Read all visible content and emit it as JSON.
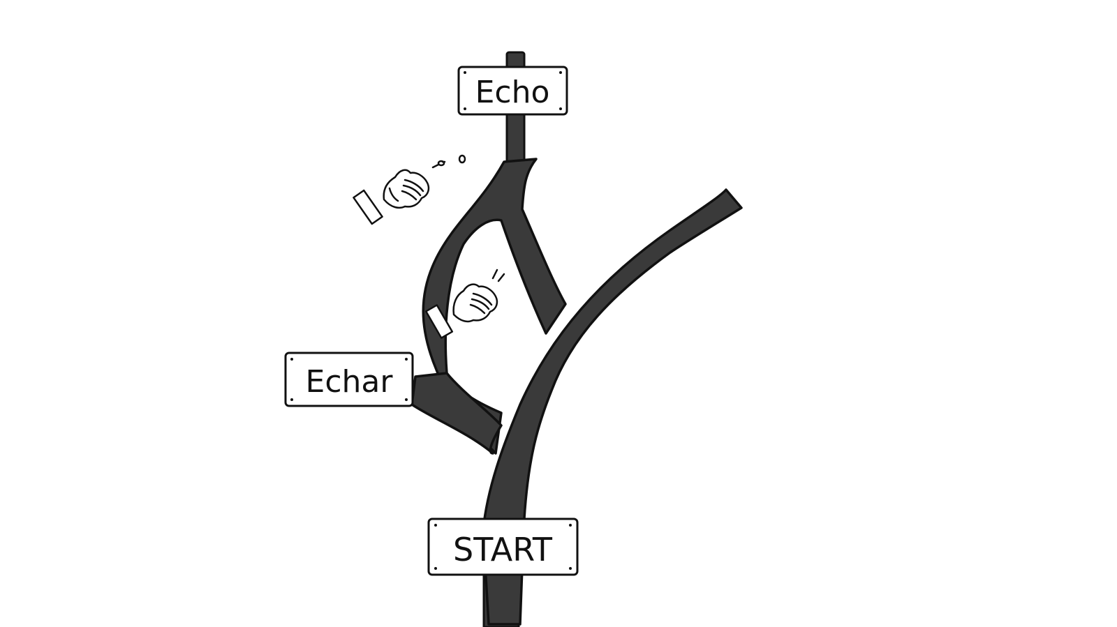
{
  "signs": {
    "top": "Echo",
    "left": "Echar",
    "bottom": "START"
  },
  "colors": {
    "road": "#3a3a3a",
    "outline": "#111111",
    "sign_fill": "#ffffff",
    "background": "#ffffff"
  },
  "icons": {
    "upper_hand": "clapping-hand-icon",
    "lower_hand": "clapping-hand-icon"
  }
}
